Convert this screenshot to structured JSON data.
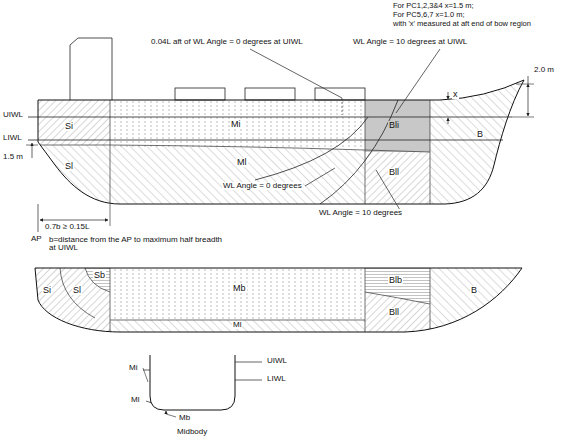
{
  "diagram": {
    "labels": [
      "For PC1,2,3&4 x=1.5 m;",
      "For PC5,6,7 x=1.0 m;",
      "with 'x' measured at aft end of bow region",
      "WL Angle = 10 degrees at UIWL",
      "0.04L aft of WL Angle = 0 degrees at UIWL",
      "x",
      "2.0 m",
      "UIWL",
      "LIWL",
      "1.5 m",
      "Si",
      "Mi",
      "Bli",
      "B",
      "Sl",
      "Ml",
      "Bll",
      "WL Angle = 0 degrees",
      "WL Angle = 10 degrees",
      "0.7b ≥ 0.15L",
      "AP",
      "b=distance from the AP to maximum half breadth at UIWL",
      "Si",
      "Sl",
      "Sb",
      "Mb",
      "Blb",
      "Bll",
      "B",
      "Ml",
      "Mi",
      "Ml",
      "Mb",
      "UIWL",
      "LIWL",
      "Midbody"
    ]
  }
}
